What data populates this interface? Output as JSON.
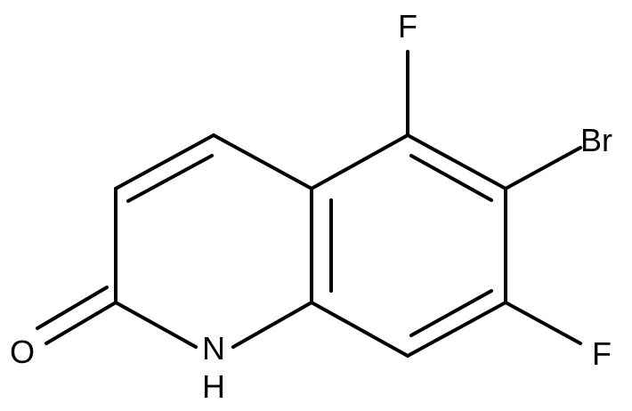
{
  "molecule": {
    "atoms": {
      "fluorine_top": "F",
      "bromine": "Br",
      "fluorine_bottom": "F",
      "oxygen": "O",
      "nitrogen": "N",
      "nitrogen_hydrogen": "H"
    }
  }
}
